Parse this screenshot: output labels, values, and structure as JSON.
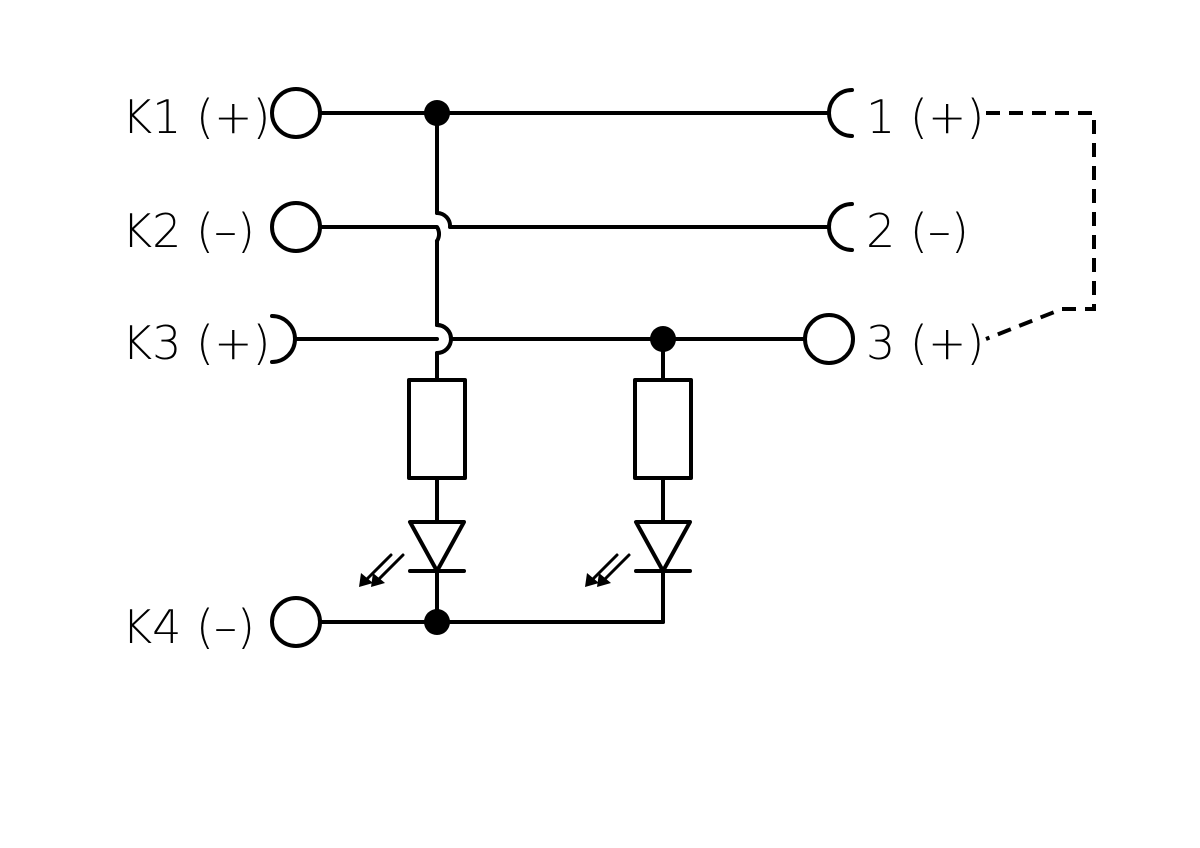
{
  "left_terminals": {
    "k1": "K1 (+)",
    "k2": "K2 (–)",
    "k3": "K3 (+)",
    "k4": "K4 (–)"
  },
  "right_terminals": {
    "t1": "1 (+)",
    "t2": "2 (–)",
    "t3": "3 (+)"
  }
}
